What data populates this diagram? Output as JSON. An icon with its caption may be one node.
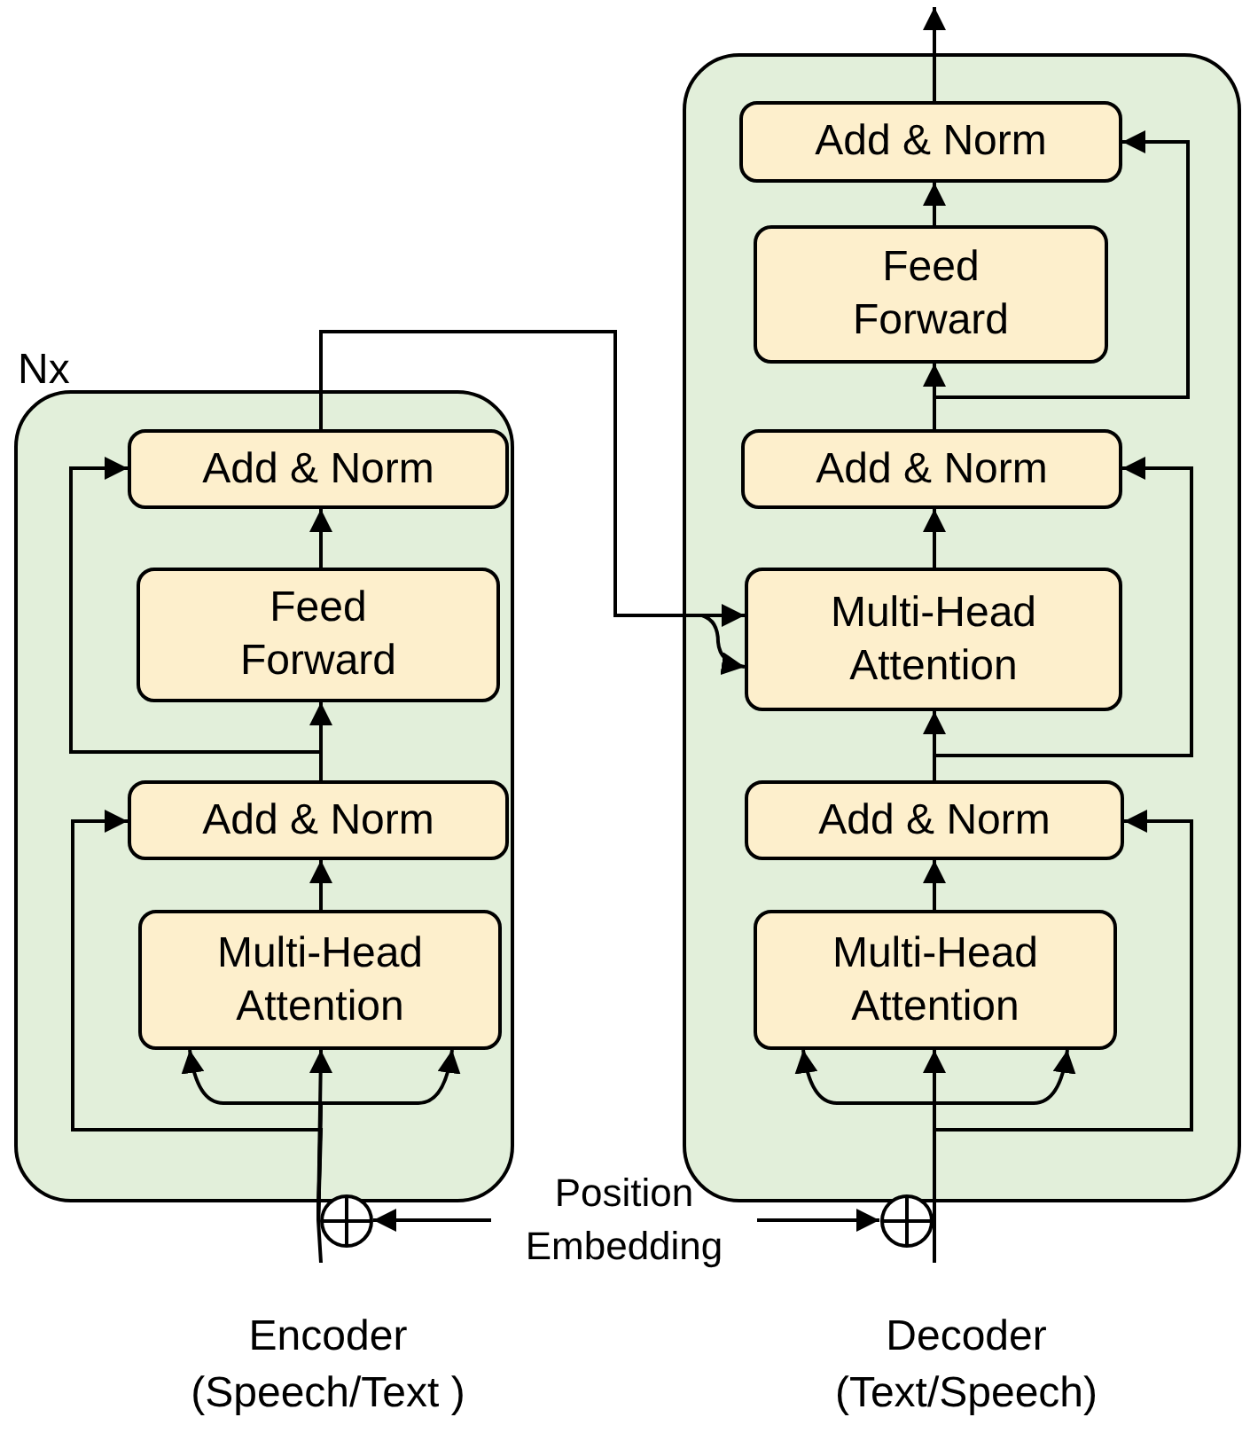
{
  "diagram": {
    "nodes": [
      {
        "text": [
          "Nx"
        ],
        "beside": [
          "Encoder (Speech/Text )"
        ]
      },
      {
        "text": [
          "Add & Norm"
        ],
        "in": 0
      },
      {
        "text": [
          "Feed Forward"
        ],
        "in": 0
      },
      {
        "text": [
          "Add & Norm"
        ],
        "in": 0
      },
      {
        "text": [
          "Multi-Head Attention"
        ],
        "in": 0
      },
      {
        "text": [],
        "shape": "box",
        "beside": [
          "Decoder (Text/Speech)"
        ]
      },
      {
        "text": [
          "Add & Norm"
        ],
        "in": 5
      },
      {
        "text": [
          "Feed Forward"
        ],
        "in": 5
      },
      {
        "text": [
          "Add & Norm"
        ],
        "in": 5
      },
      {
        "text": [
          "Multi-Head Attention"
        ],
        "in": 5
      },
      {
        "text": [
          "Add & Norm"
        ],
        "in": 5
      },
      {
        "text": [
          "Multi-Head Attention"
        ],
        "in": 5
      },
      {
        "text": [],
        "shape": "circle"
      },
      {
        "text": [
          "Position Embedding"
        ]
      },
      {
        "text": [],
        "shape": "circle"
      }
    ],
    "edges": [
      {
        "from": null,
        "to": 12,
        "arrow": "none"
      },
      {
        "from": 12,
        "to": 4,
        "arrow": "to"
      },
      {
        "from": 12,
        "to": 4,
        "arrow": "to"
      },
      {
        "from": 12,
        "to": 4,
        "arrow": "to"
      },
      {
        "from": 12,
        "to": 3,
        "arrow": "to"
      },
      {
        "from": 4,
        "to": 3,
        "arrow": "to"
      },
      {
        "from": 3,
        "to": 2,
        "arrow": "to"
      },
      {
        "from": 3,
        "to": 1,
        "arrow": "to"
      },
      {
        "from": 2,
        "to": 1,
        "arrow": "to"
      },
      {
        "from": 1,
        "to": 9,
        "arrow": "to"
      },
      {
        "from": 1,
        "to": 9,
        "arrow": "to"
      },
      {
        "from": 13,
        "to": 12,
        "arrow": "to"
      },
      {
        "from": 13,
        "to": 14,
        "arrow": "to"
      },
      {
        "from": null,
        "to": 14,
        "arrow": "none"
      },
      {
        "from": 14,
        "to": 11,
        "arrow": "to"
      },
      {
        "from": 14,
        "to": 11,
        "arrow": "to"
      },
      {
        "from": 14,
        "to": 11,
        "arrow": "to"
      },
      {
        "from": 14,
        "to": 10,
        "arrow": "to"
      },
      {
        "from": 11,
        "to": 10,
        "arrow": "to"
      },
      {
        "from": 10,
        "to": 9,
        "arrow": "to"
      },
      {
        "from": 10,
        "to": 8,
        "arrow": "to"
      },
      {
        "from": 9,
        "to": 8,
        "arrow": "to"
      },
      {
        "from": 8,
        "to": 7,
        "arrow": "to"
      },
      {
        "from": 8,
        "to": 6,
        "arrow": "to"
      },
      {
        "from": 7,
        "to": 6,
        "arrow": "to"
      },
      {
        "from": 6,
        "to": null,
        "arrow": "to"
      }
    ]
  }
}
